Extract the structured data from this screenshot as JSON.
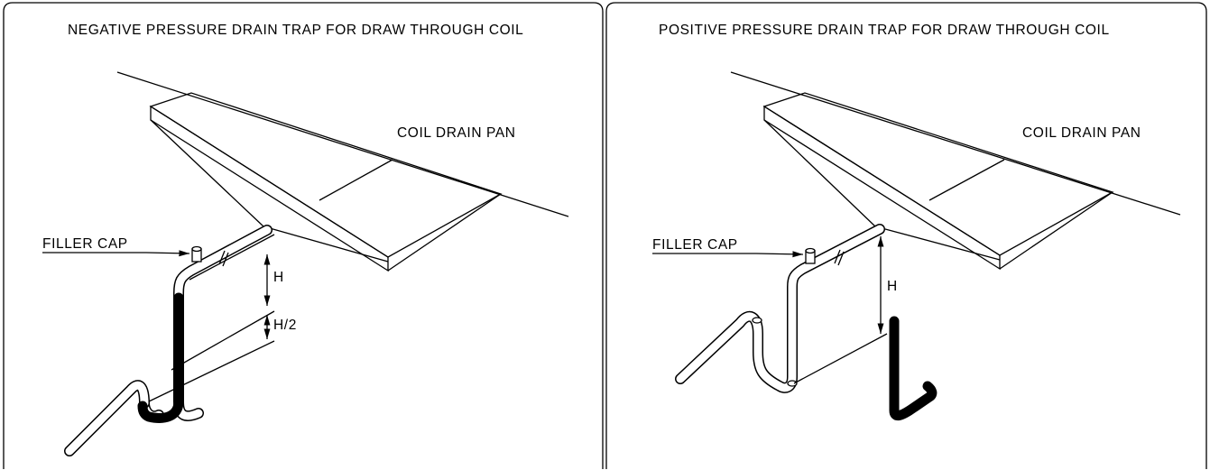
{
  "diagram": {
    "left_panel": {
      "title": "NEGATIVE PRESSURE DRAIN TRAP FOR DRAW THROUGH COIL",
      "pan_label": "COIL DRAIN PAN",
      "cap_label": "FILLER CAP",
      "dim_h": "H",
      "dim_half": "H/2"
    },
    "right_panel": {
      "title": "POSITIVE PRESSURE DRAIN TRAP FOR DRAW THROUGH COIL",
      "pan_label": "COIL DRAIN PAN",
      "cap_label": "FILLER CAP",
      "dim_h": "H"
    },
    "colors": {
      "line": "#000000",
      "background": "#ffffff"
    }
  }
}
